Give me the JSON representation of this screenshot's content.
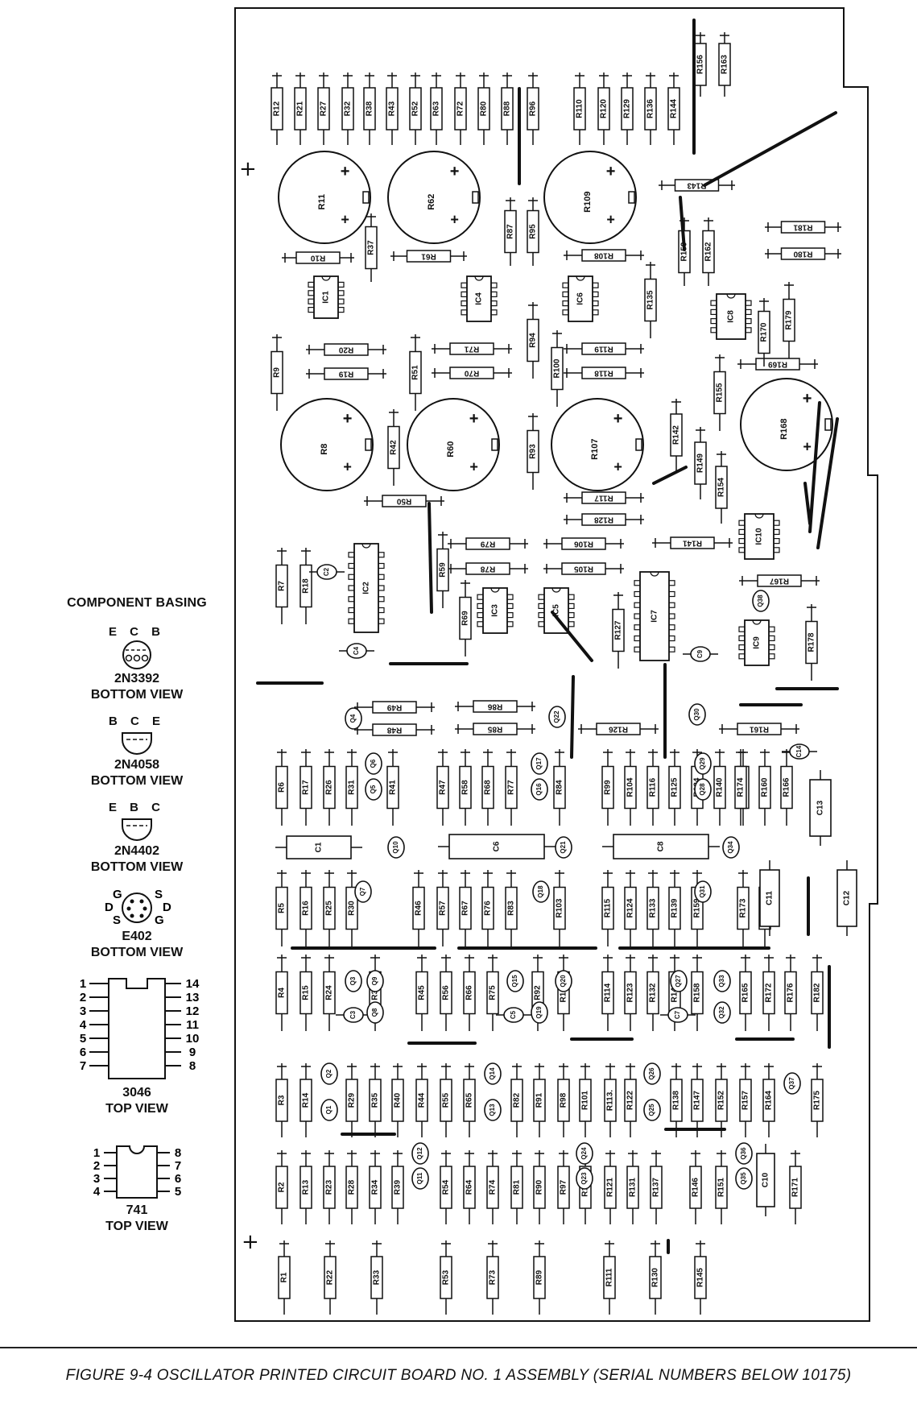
{
  "caption": "FIGURE 9-4 OSCILLATOR PRINTED CIRCUIT BOARD NO. 1 ASSEMBLY (SERIAL NUMBERS BELOW 10175)",
  "basing": {
    "title": "COMPONENT BASING",
    "t1": {
      "pins": "E C B",
      "name": "2N3392",
      "view": "BOTTOM VIEW"
    },
    "t2": {
      "pins": "B C E",
      "name": "2N4058",
      "view": "BOTTOM VIEW"
    },
    "t3": {
      "pins": "E B C",
      "name": "2N4402",
      "view": "BOTTOM VIEW"
    },
    "fet": {
      "left_pins": [
        "G",
        "D",
        "S"
      ],
      "right_pins": [
        "S",
        "D",
        "G"
      ],
      "name": "E402",
      "view": "BOTTOM VIEW"
    },
    "ic14": {
      "name": "3046",
      "view": "TOP VIEW",
      "left": [
        "1",
        "2",
        "3",
        "4",
        "5",
        "6",
        "7"
      ],
      "right": [
        "14",
        "13",
        "12",
        "11",
        "10",
        "9",
        "8"
      ]
    },
    "ic8": {
      "name": "741",
      "view": "TOP VIEW",
      "left": [
        "1",
        "2",
        "3",
        "4"
      ],
      "right": [
        "8",
        "7",
        "6",
        "5"
      ]
    }
  },
  "pots": [
    "R11",
    "R62",
    "R109",
    "R8",
    "R60",
    "R107",
    "R168"
  ],
  "ics": [
    "IC1",
    "IC2",
    "IC3",
    "IC4",
    "IC5",
    "IC6",
    "IC7",
    "IC8",
    "IC9",
    "IC10"
  ],
  "columns": [
    [
      "R12",
      "R21",
      "R27",
      "R32",
      "R38",
      "R43",
      "R52",
      "R63",
      "R72",
      "R80",
      "R88",
      "R96",
      "R110",
      "R120",
      "R129",
      "R136",
      "R144"
    ],
    [
      "R6",
      "R17",
      "R26",
      "R31",
      "R41",
      "R47",
      "R58",
      "R68",
      "R77",
      "R84",
      "R99",
      "R104",
      "R116",
      "R125",
      "R134",
      "R140",
      "R153",
      "R160",
      "R166",
      "R174"
    ],
    [
      "R5",
      "R16",
      "R25",
      "R30",
      "R46",
      "R57",
      "R67",
      "R76",
      "R83",
      "R103",
      "R115",
      "R124",
      "R133",
      "R139",
      "R159",
      "R173",
      "R177"
    ],
    [
      "R4",
      "R15",
      "R24",
      "R36",
      "R45",
      "R56",
      "R66",
      "R75",
      "R92",
      "R102",
      "R114",
      "R123",
      "R132",
      "R148",
      "R158",
      "R165",
      "R172",
      "R176",
      "R182"
    ],
    [
      "R3",
      "R14",
      "R29",
      "R35",
      "R40",
      "R44",
      "R55",
      "R65",
      "R82",
      "R91",
      "R98",
      "R101",
      "R113.",
      "R122",
      "R138",
      "R147",
      "R152",
      "R157",
      "R164",
      "R175"
    ],
    [
      "R2",
      "R13",
      "R23",
      "R28",
      "R34",
      "R39",
      "R54",
      "R64",
      "R74",
      "R81",
      "R90",
      "R97",
      "R112",
      "R121",
      "R131",
      "R137",
      "R146",
      "R151",
      "R171"
    ],
    [
      "R1",
      "R22",
      "R33",
      "R53",
      "R73",
      "R89",
      "R111",
      "R130",
      "R145"
    ]
  ],
  "horiz": [
    "R10",
    "R61",
    "R108",
    "R143",
    "R181",
    "R180",
    "R20",
    "R71",
    "R119",
    "R19",
    "R70",
    "R118",
    "R169",
    "R50",
    "R117",
    "R128",
    "R79",
    "R106",
    "R141",
    "R78",
    "R105",
    "R167",
    "R49",
    "R86",
    "R48",
    "R85",
    "R126",
    "R161"
  ],
  "vert_mid": [
    "R156",
    "R163",
    "R37",
    "R87",
    "R95",
    "R150",
    "R162",
    "R135",
    "R170",
    "R179",
    "R9",
    "R51",
    "R94",
    "R100",
    "R155",
    "R42",
    "R93",
    "R142",
    "R149",
    "R154",
    "R7",
    "R18",
    "R59",
    "R69",
    "R127",
    "R178"
  ],
  "caps": [
    "C1",
    "C6",
    "C8",
    "C13",
    "C11",
    "C12",
    "C10",
    "C2",
    "C4",
    "C9",
    "C14",
    "C3",
    "C5",
    "C7"
  ],
  "transistors": [
    "Q1",
    "Q2",
    "Q3",
    "Q4",
    "Q5",
    "Q6",
    "Q7",
    "Q8",
    "Q9",
    "Q10",
    "Q11",
    "Q12",
    "Q13",
    "Q14",
    "Q15",
    "Q16",
    "Q17",
    "Q18",
    "Q19",
    "Q20",
    "Q21",
    "Q22",
    "Q23",
    "Q24",
    "Q25",
    "Q26",
    "Q27",
    "Q28",
    "Q29",
    "Q30",
    "Q31",
    "Q32",
    "Q33",
    "Q34",
    "Q35",
    "Q36",
    "Q37",
    "Q38"
  ]
}
